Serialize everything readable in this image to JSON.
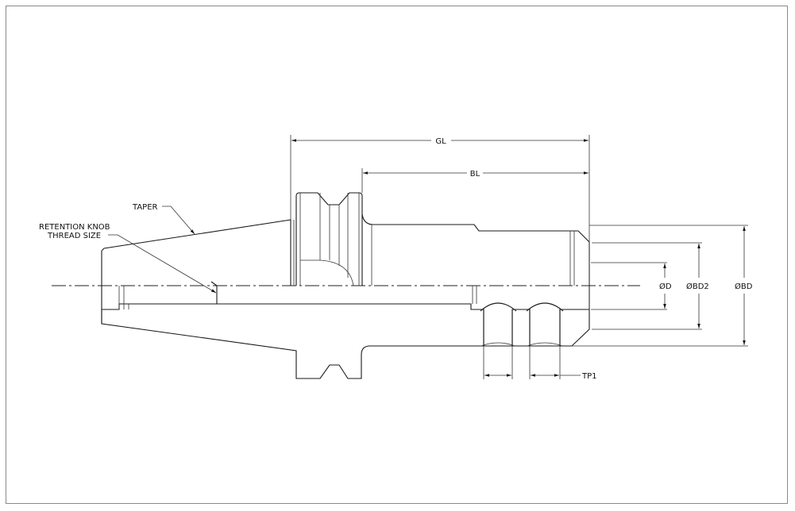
{
  "drawing": {
    "labels": {
      "gl": "GL",
      "bl": "BL",
      "taper": "TAPER",
      "retention_line1": "RETENTION KNOB",
      "retention_line2": "THREAD SIZE",
      "d": "ØD",
      "bd2": "ØBD2",
      "bd": "ØBD",
      "tp1": "TP1"
    },
    "colors": {
      "line": "#1a1a1a",
      "frame": "#8a8a8a"
    }
  }
}
